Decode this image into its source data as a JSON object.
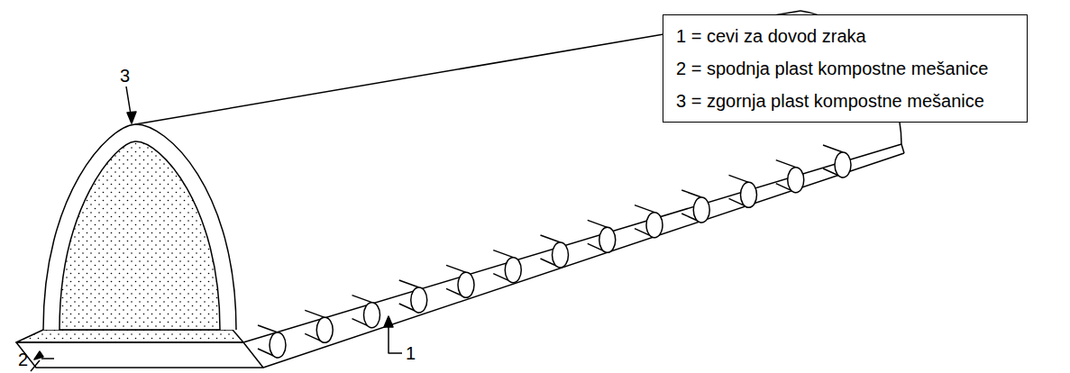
{
  "diagram": {
    "nodes": [
      {
        "text": [
          "1 = cevi za dovod zraka",
          "2 = spodnja plast kompostne mešanice",
          "3 = zgornja plast kompostne mešanice"
        ]
      }
    ],
    "labels": [
      "3",
      "2",
      "1"
    ]
  }
}
